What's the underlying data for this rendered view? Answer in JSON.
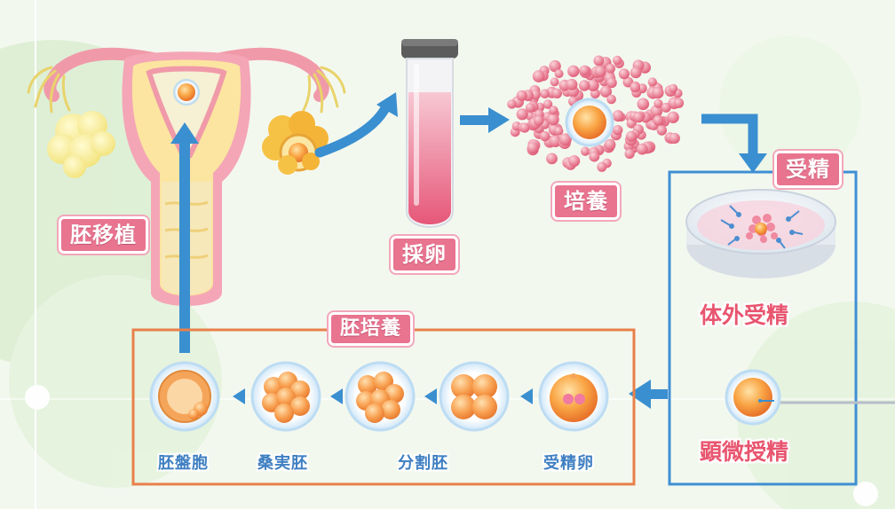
{
  "labels": {
    "embryo_transfer": "胚移植",
    "egg_retrieval": "採卵",
    "culture": "培養",
    "fertilization": "受精",
    "ivf": "体外受精",
    "icsi": "顕微授精",
    "embryo_culture": "胚培養"
  },
  "stages": [
    "胚盤胞",
    "桑実胚",
    "分割胚",
    "受精卵"
  ],
  "colors": {
    "pink_label": "#e8748f",
    "blue_arrow": "#3a8fd0",
    "orange_frame": "#e8804a",
    "blue_frame": "#3f8fd3",
    "background": "#f3f8ef"
  }
}
